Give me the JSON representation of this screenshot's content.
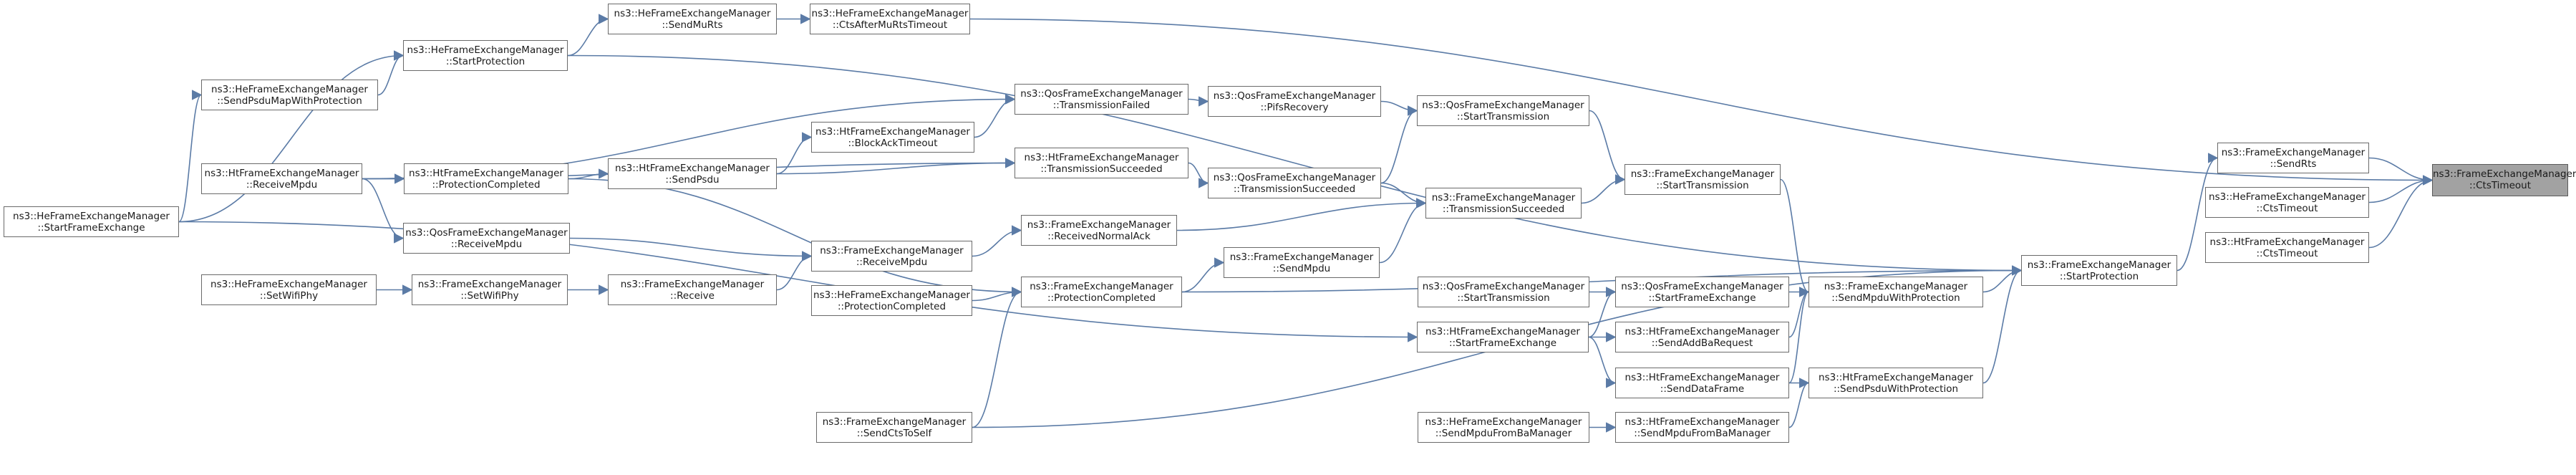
{
  "graph": {
    "type": "caller-graph",
    "edge_color": "#5b7ba6",
    "root_fill": "#a2a2a2",
    "node_fill": "#ffffff",
    "node_border": "#6a6a6a",
    "nodes": [
      {
        "id": "root",
        "l1": "ns3::FrameExchangeManager",
        "l2": "::CtsTimeout",
        "root": true
      },
      {
        "id": "sendRts",
        "l1": "ns3::FrameExchangeManager",
        "l2": "::SendRts"
      },
      {
        "id": "heCtsTimeout",
        "l1": "ns3::HeFrameExchangeManager",
        "l2": "::CtsTimeout"
      },
      {
        "id": "htCtsTimeout",
        "l1": "ns3::HtFrameExchangeManager",
        "l2": "::CtsTimeout"
      },
      {
        "id": "startProtection",
        "l1": "ns3::FrameExchangeManager",
        "l2": "::StartProtection"
      },
      {
        "id": "heCtsAfterMuRts",
        "l1": "ns3::HeFrameExchangeManager",
        "l2": "::CtsAfterMuRtsTimeout"
      },
      {
        "id": "heStartProtection",
        "l1": "ns3::HeFrameExchangeManager",
        "l2": "::StartProtection"
      },
      {
        "id": "feSendMpduWithProt",
        "l1": "ns3::FrameExchangeManager",
        "l2": "::SendMpduWithProtection"
      },
      {
        "id": "htSendPsduWithProt",
        "l1": "ns3::HtFrameExchangeManager",
        "l2": "::SendPsduWithProtection"
      },
      {
        "id": "feProtectionCompleted",
        "l1": "ns3::FrameExchangeManager",
        "l2": "::ProtectionCompleted"
      },
      {
        "id": "feSendCtsToSelf",
        "l1": "ns3::FrameExchangeManager",
        "l2": "::SendCtsToSelf"
      },
      {
        "id": "heSendMuRts",
        "l1": "ns3::HeFrameExchangeManager",
        "l2": "::SendMuRts"
      },
      {
        "id": "heSendPsduMap",
        "l1": "ns3::HeFrameExchangeManager",
        "l2": "::SendPsduMapWithProtection"
      },
      {
        "id": "heStartFrameExchange",
        "l1": "ns3::HeFrameExchangeManager",
        "l2": "::StartFrameExchange"
      },
      {
        "id": "feStartTransmission",
        "l1": "ns3::FrameExchangeManager",
        "l2": "::StartTransmission"
      },
      {
        "id": "qosStartFrameExchange",
        "l1": "ns3::QosFrameExchangeManager",
        "l2": "::StartFrameExchange"
      },
      {
        "id": "htSendAddBa",
        "l1": "ns3::HtFrameExchangeManager",
        "l2": "::SendAddBaRequest"
      },
      {
        "id": "htSendDataFrame",
        "l1": "ns3::HtFrameExchangeManager",
        "l2": "::SendDataFrame"
      },
      {
        "id": "htSendMpduFromBa",
        "l1": "ns3::HtFrameExchangeManager",
        "l2": "::SendMpduFromBaManager"
      },
      {
        "id": "qosStartTransmission",
        "l1": "ns3::QosFrameExchangeManager",
        "l2": "::StartTransmission"
      },
      {
        "id": "feTransmissionSucceeded",
        "l1": "ns3::FrameExchangeManager",
        "l2": "::TransmissionSucceeded"
      },
      {
        "id": "qosStartTransmission2",
        "l1": "ns3::QosFrameExchangeManager",
        "l2": "::StartTransmission"
      },
      {
        "id": "htStartFrameExchange",
        "l1": "ns3::HtFrameExchangeManager",
        "l2": "::StartFrameExchange"
      },
      {
        "id": "heSendMpduFromBa",
        "l1": "ns3::HeFrameExchangeManager",
        "l2": "::SendMpduFromBaManager"
      },
      {
        "id": "qosPifsRecovery",
        "l1": "ns3::QosFrameExchangeManager",
        "l2": "::PifsRecovery"
      },
      {
        "id": "qosTransmissionSucceeded",
        "l1": "ns3::QosFrameExchangeManager",
        "l2": "::TransmissionSucceeded"
      },
      {
        "id": "feSendMpdu",
        "l1": "ns3::FrameExchangeManager",
        "l2": "::SendMpdu"
      },
      {
        "id": "qosTransmissionFailed",
        "l1": "ns3::QosFrameExchangeManager",
        "l2": "::TransmissionFailed"
      },
      {
        "id": "htTransmissionSucceeded",
        "l1": "ns3::HtFrameExchangeManager",
        "l2": "::TransmissionSucceeded"
      },
      {
        "id": "feReceivedNormalAck",
        "l1": "ns3::FrameExchangeManager",
        "l2": "::ReceivedNormalAck"
      },
      {
        "id": "htBlockAckTimeout",
        "l1": "ns3::HtFrameExchangeManager",
        "l2": "::BlockAckTimeout"
      },
      {
        "id": "feReceiveMpdu",
        "l1": "ns3::FrameExchangeManager",
        "l2": "::ReceiveMpdu"
      },
      {
        "id": "heProtectionCompleted",
        "l1": "ns3::HeFrameExchangeManager",
        "l2": "::ProtectionCompleted"
      },
      {
        "id": "htSendPsdu",
        "l1": "ns3::HtFrameExchangeManager",
        "l2": "::SendPsdu"
      },
      {
        "id": "feReceive",
        "l1": "ns3::FrameExchangeManager",
        "l2": "::Receive"
      },
      {
        "id": "htProtectionCompleted",
        "l1": "ns3::HtFrameExchangeManager",
        "l2": "::ProtectionCompleted"
      },
      {
        "id": "qosReceiveMpdu",
        "l1": "ns3::QosFrameExchangeManager",
        "l2": "::ReceiveMpdu"
      },
      {
        "id": "feSetWifiPhy",
        "l1": "ns3::FrameExchangeManager",
        "l2": "::SetWifiPhy"
      },
      {
        "id": "htReceiveMpdu",
        "l1": "ns3::HtFrameExchangeManager",
        "l2": "::ReceiveMpdu"
      },
      {
        "id": "heSetWifiPhy",
        "l1": "ns3::HeFrameExchangeManager",
        "l2": "::SetWifiPhy"
      }
    ],
    "edges": [
      [
        "sendRts",
        "root"
      ],
      [
        "heCtsTimeout",
        "root"
      ],
      [
        "htCtsTimeout",
        "root"
      ],
      [
        "startProtection",
        "sendRts"
      ],
      [
        "heCtsAfterMuRts",
        "root"
      ],
      [
        "heStartProtection",
        "startProtection"
      ],
      [
        "feSendMpduWithProt",
        "startProtection"
      ],
      [
        "htSendPsduWithProt",
        "startProtection"
      ],
      [
        "feProtectionCompleted",
        "startProtection"
      ],
      [
        "feSendCtsToSelf",
        "startProtection"
      ],
      [
        "heSendMuRts",
        "heCtsAfterMuRts"
      ],
      [
        "feSendCtsToSelf",
        "feProtectionCompleted"
      ],
      [
        "heSendPsduMap",
        "heStartProtection"
      ],
      [
        "heStartFrameExchange",
        "heSendPsduMap"
      ],
      [
        "feStartTransmission",
        "feSendMpduWithProt"
      ],
      [
        "qosStartFrameExchange",
        "feSendMpduWithProt"
      ],
      [
        "htSendAddBa",
        "feSendMpduWithProt"
      ],
      [
        "htSendDataFrame",
        "feSendMpduWithProt"
      ],
      [
        "htSendDataFrame",
        "htSendPsduWithProt"
      ],
      [
        "htSendMpduFromBa",
        "htSendPsduWithProt"
      ],
      [
        "qosStartTransmission",
        "feStartTransmission"
      ],
      [
        "feTransmissionSucceeded",
        "feStartTransmission"
      ],
      [
        "qosStartTransmission2",
        "qosStartFrameExchange"
      ],
      [
        "htStartFrameExchange",
        "qosStartFrameExchange"
      ],
      [
        "htStartFrameExchange",
        "htSendAddBa"
      ],
      [
        "htStartFrameExchange",
        "htSendDataFrame"
      ],
      [
        "heSendMpduFromBa",
        "htSendMpduFromBa"
      ],
      [
        "heStartFrameExchange",
        "htStartFrameExchange"
      ],
      [
        "qosPifsRecovery",
        "qosStartTransmission"
      ],
      [
        "qosTransmissionSucceeded",
        "qosStartTransmission"
      ],
      [
        "qosTransmissionSucceeded",
        "feTransmissionSucceeded"
      ],
      [
        "feSendMpdu",
        "feTransmissionSucceeded"
      ],
      [
        "feReceivedNormalAck",
        "feTransmissionSucceeded"
      ],
      [
        "qosTransmissionFailed",
        "qosPifsRecovery"
      ],
      [
        "htTransmissionSucceeded",
        "qosTransmissionSucceeded"
      ],
      [
        "htBlockAckTimeout",
        "qosTransmissionFailed"
      ],
      [
        "htReceiveMpdu",
        "qosTransmissionFailed"
      ],
      [
        "htSendPsdu",
        "htTransmissionSucceeded"
      ],
      [
        "feReceiveMpdu",
        "feReceivedNormalAck"
      ],
      [
        "htSendPsdu",
        "htBlockAckTimeout"
      ],
      [
        "feProtectionCompleted",
        "feSendMpdu"
      ],
      [
        "htProtectionCompleted",
        "htSendPsdu"
      ],
      [
        "heProtectionCompleted",
        "feProtectionCompleted"
      ],
      [
        "htProtectionCompleted",
        "feProtectionCompleted"
      ],
      [
        "feReceive",
        "feReceiveMpdu"
      ],
      [
        "qosReceiveMpdu",
        "feReceiveMpdu"
      ],
      [
        "htReceiveMpdu",
        "htProtectionCompleted"
      ],
      [
        "feSetWifiPhy",
        "feReceive"
      ],
      [
        "htReceiveMpdu",
        "qosReceiveMpdu"
      ],
      [
        "heSetWifiPhy",
        "feSetWifiPhy"
      ],
      [
        "heStartFrameExchange",
        "heStartProtection"
      ],
      [
        "heStartProtection",
        "heSendMuRts"
      ],
      [
        "htReceiveMpdu",
        "htTransmissionSucceeded"
      ]
    ]
  }
}
